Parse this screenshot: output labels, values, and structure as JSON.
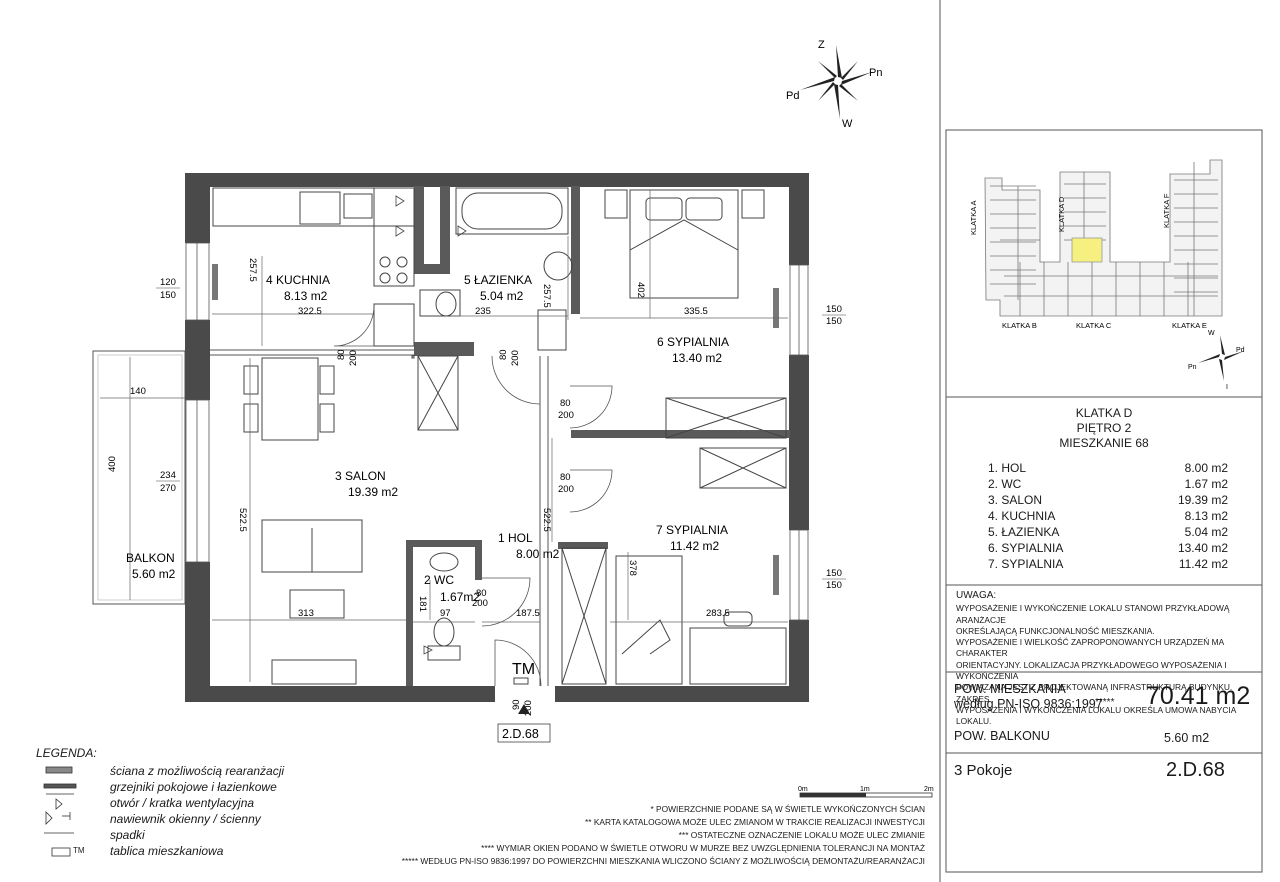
{
  "compass_main": {
    "n": "Z",
    "e": "Pn",
    "s": "W",
    "w": "Pd"
  },
  "compass_key": {
    "a": "W",
    "b": "Pd",
    "c": "Pn",
    "d": "I"
  },
  "building_labels": [
    "KLATKA A",
    "KLATKA D",
    "KLATKA F",
    "KLATKA B",
    "KLATKA C",
    "KLATKA E"
  ],
  "plan": {
    "rooms": [
      {
        "id": "kuchnia",
        "name": "4  KUCHNIA",
        "area": "8.13  m2"
      },
      {
        "id": "lazienka",
        "name": "5  ŁAZIENKA",
        "area": "5.04  m2"
      },
      {
        "id": "sypialnia6",
        "name": "6  SYPIALNIA",
        "area": "13.40  m2"
      },
      {
        "id": "salon",
        "name": "3  SALON",
        "area": "19.39  m2"
      },
      {
        "id": "hol",
        "name": "1  HOL",
        "area": "8.00  m2"
      },
      {
        "id": "wc",
        "name": "2  WC",
        "area": "1.67m2"
      },
      {
        "id": "sypialnia7",
        "name": "7  SYPIALNIA",
        "area": "11.42  m2"
      },
      {
        "id": "balkon",
        "name": "BALKON",
        "area": "5.60  m2"
      }
    ],
    "dims": [
      "257.5",
      "322.5",
      "235",
      "257.5",
      "402",
      "335.5",
      "140",
      "400",
      "522.5",
      "522.5",
      "313",
      "181",
      "97",
      "187.5",
      "378",
      "283.5"
    ],
    "openings": [
      "120",
      "150",
      "234",
      "270",
      "150",
      "150",
      "150",
      "150",
      "80",
      "200",
      "80",
      "200",
      "80",
      "200",
      "80",
      "200",
      "80",
      "200",
      "90",
      "200"
    ],
    "tm_label": "TM",
    "unit_code": "2.D.68"
  },
  "key_panel": {
    "klatka": "KLATKA D",
    "pietro": "PIĘTRO 2",
    "mieszkanie": "MIESZKANIE 68",
    "rooms": [
      {
        "label": "1. HOL",
        "area": "8.00 m2"
      },
      {
        "label": "2. WC",
        "area": "1.67 m2"
      },
      {
        "label": "3. SALON",
        "area": "19.39 m2"
      },
      {
        "label": "4. KUCHNIA",
        "area": "8.13 m2"
      },
      {
        "label": "5. ŁAZIENKA",
        "area": "5.04 m2"
      },
      {
        "label": "6. SYPIALNIA",
        "area": "13.40 m2"
      },
      {
        "label": "7. SYPIALNIA",
        "area": "11.42 m2"
      }
    ]
  },
  "notes": {
    "title": "UWAGA:",
    "lines": [
      "WYPOSAŻENIE I WYKOŃCZENIE LOKALU STANOWI PRZYKŁADOWĄ ARANŻACJE",
      "OKREŚLAJĄCĄ FUNKCJONALNOŚĆ MIESZKANIA.",
      "WYPOSAŻENIE I WIELKOŚĆ ZAPROPONOWANYCH URZĄDZEŃ MA CHARAKTER",
      "ORIENTACYJNY. LOKALIZACJA PRZYKŁADOWEGO WYPOSAŻENIA I WYKOŃCZENIA",
      "POWIĄZANA JEST Z PROJEKTOWANĄ INFRASTRUKTURĄ BUDYNKU. ZAKRES",
      "WYPOSAŻENIA I WYKOŃCZENIA LOKALU OKREŚLA UMOWA NABYCIA LOKALU."
    ]
  },
  "summary": {
    "area_label_1": "POW. MIESZKANIA",
    "area_label_2": "według PN-ISO 9836:1997",
    "area_stars": "*****",
    "area_value": "70.41 m2",
    "balcony_label": "POW. BALKONU",
    "balcony_value": "5.60 m2",
    "rooms_count": "3 Pokoje",
    "unit_code": "2.D.68"
  },
  "legend": {
    "title": "LEGENDA:",
    "items": [
      "ściana z możliwością rearanżacji",
      "grzejniki pokojowe i łazienkowe",
      "otwór / kratka wentylacyjna",
      "nawiewnik okienny / ścienny",
      "spadki",
      "tablica mieszkaniowa"
    ],
    "tm": "TM"
  },
  "scale": {
    "labels": [
      "0m",
      "1m",
      "2m"
    ]
  },
  "footnotes": [
    "* POWIERZCHNIE PODANE SĄ W ŚWIETLE WYKOŃCZONYCH ŚCIAN",
    "** KARTA KATALOGOWA MOŻE ULEC ZMIANOM W TRAKCIE REALIZACJI INWESTYCJI",
    "*** OSTATECZNE OZNACZENIE LOKALU MOŻE ULEC ZMIANIE",
    "**** WYMIAR OKIEN PODANO W ŚWIETLE OTWORU W MURZE BEZ UWZGLĘDNIENIA TOLERANCJI NA MONTAŻ",
    "***** WEDŁUG PN-ISO 9836:1997 DO POWIERZCHNI MIESZKANIA WLICZONO ŚCIANY Z MOŻLIWOŚCIĄ DEMONTAŻU/REARANŻACJI"
  ]
}
